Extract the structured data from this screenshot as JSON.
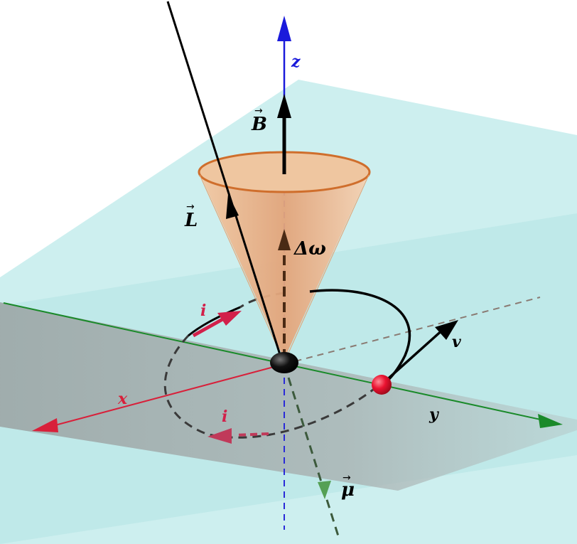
{
  "labels": {
    "z": "z",
    "B": "B",
    "L": "L",
    "delta_omega": "Δω",
    "i_top": "i",
    "i_bottom": "i",
    "x": "x",
    "y": "y",
    "v": "v",
    "mu": "μ"
  },
  "colors": {
    "plane": "#bfeaea",
    "plane_edge": "#d6f2f2",
    "shadow": "#9ea5a5",
    "cone_fill": "#e9b48b",
    "cone_edge": "#cf6e2c",
    "z_axis": "#1a1adb",
    "x_axis": "#d8203a",
    "y_axis": "#1a8a2a",
    "vector": "#000000",
    "current": "#c8244a",
    "mu": "#2e6b2e",
    "particle": "#e8102e"
  }
}
